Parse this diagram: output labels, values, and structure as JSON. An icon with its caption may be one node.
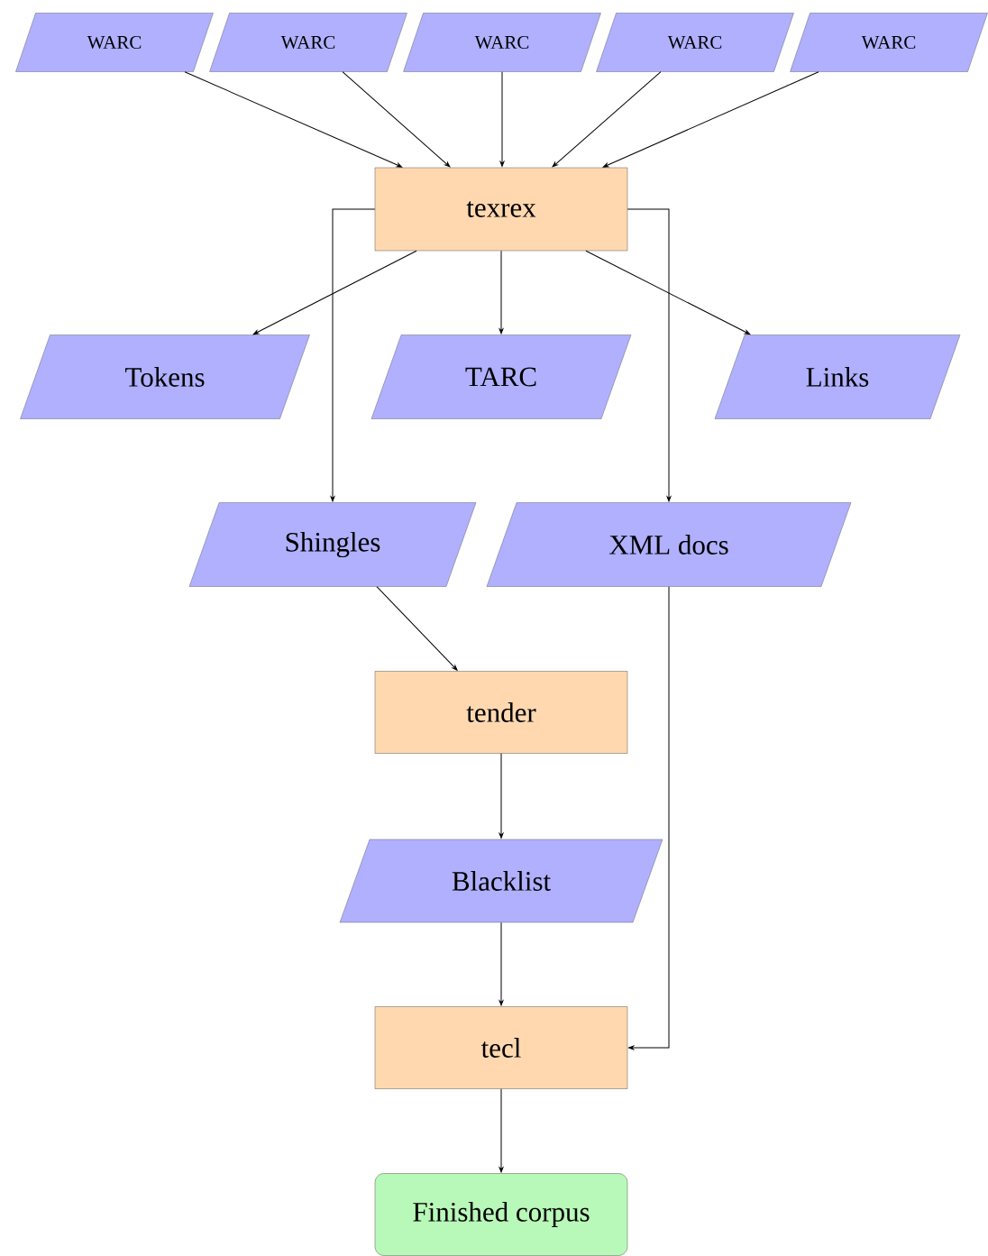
{
  "diagram": {
    "nodes": [
      {
        "text": [
          "WARC"
        ]
      },
      {
        "text": [
          "WARC"
        ]
      },
      {
        "text": [
          "WARC"
        ]
      },
      {
        "text": [
          "WARC"
        ]
      },
      {
        "text": [
          "WARC"
        ]
      },
      {
        "text": [
          "texrex"
        ]
      },
      {
        "text": [
          "Tokens"
        ]
      },
      {
        "text": [
          "TARC"
        ]
      },
      {
        "text": [
          "Links"
        ]
      },
      {
        "text": [
          "Shingles"
        ]
      },
      {
        "text": [
          "XML docs"
        ]
      },
      {
        "text": [
          "tender"
        ]
      },
      {
        "text": [
          "Blacklist"
        ]
      },
      {
        "text": [
          "tecl"
        ]
      },
      {
        "text": [
          "Finished corpus"
        ]
      }
    ],
    "edges": [
      {
        "from": 0,
        "to": 5,
        "arrow": "to"
      },
      {
        "from": 1,
        "to": 5,
        "arrow": "to"
      },
      {
        "from": 2,
        "to": 5,
        "arrow": "to"
      },
      {
        "from": 3,
        "to": 5,
        "arrow": "to"
      },
      {
        "from": 4,
        "to": 5,
        "arrow": "to"
      },
      {
        "from": 5,
        "to": 6,
        "arrow": "to"
      },
      {
        "from": 5,
        "to": 7,
        "arrow": "to"
      },
      {
        "from": 5,
        "to": 8,
        "arrow": "to"
      },
      {
        "from": 5,
        "to": 9,
        "arrow": "to"
      },
      {
        "from": 5,
        "to": 10,
        "arrow": "to"
      },
      {
        "from": 9,
        "to": 11,
        "arrow": "to"
      },
      {
        "from": 11,
        "to": 12,
        "arrow": "to"
      },
      {
        "from": 12,
        "to": 13,
        "arrow": "to"
      },
      {
        "from": 10,
        "to": 13,
        "arrow": "to"
      },
      {
        "from": 13,
        "to": 14,
        "arrow": "to"
      }
    ]
  }
}
